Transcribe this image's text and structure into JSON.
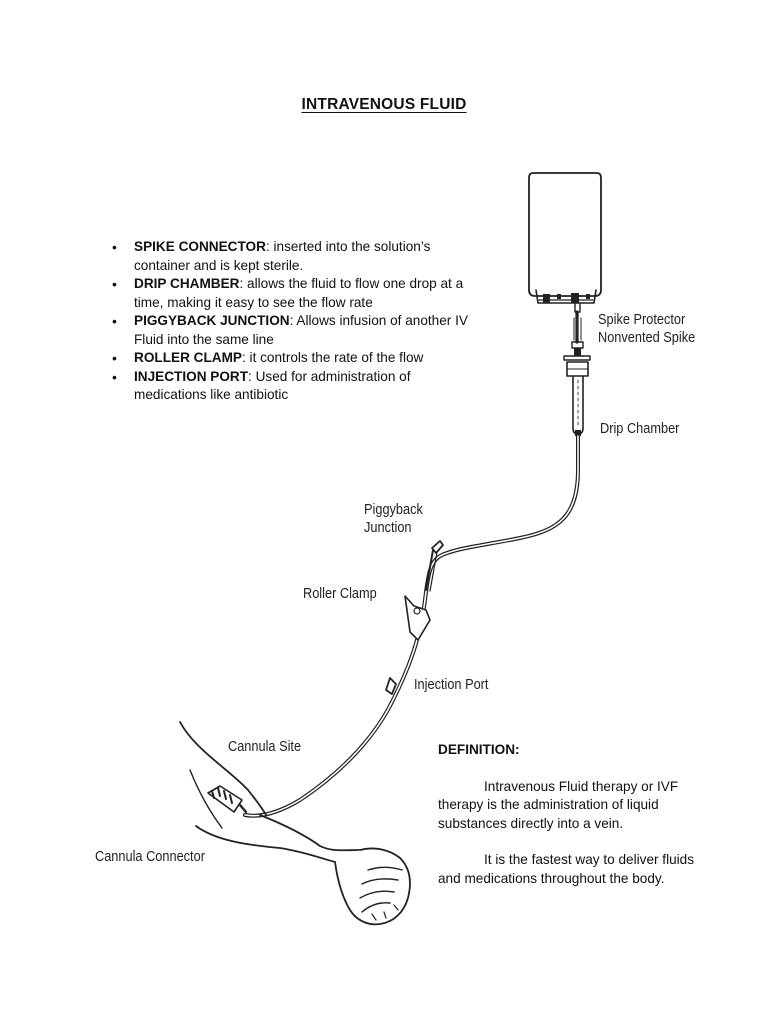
{
  "document": {
    "title": "INTRAVENOUS FLUID"
  },
  "components": [
    {
      "term": "SPIKE CONNECTOR",
      "description": ": inserted into the solution’s container and is kept sterile."
    },
    {
      "term": "DRIP CHAMBER",
      "description": ": allows the fluid to flow one drop at a time, making it easy to see the flow rate"
    },
    {
      "term": "PIGGYBACK JUNCTION",
      "description": ": Allows infusion of another IV Fluid into the same line"
    },
    {
      "term": "ROLLER CLAMP",
      "description": ": it controls the rate of the flow"
    },
    {
      "term": "INJECTION PORT",
      "description": ": Used for administration of medications like antibiotic"
    }
  ],
  "diagram": {
    "labels": {
      "spike_protector": "Spike Protector",
      "nonvented_spike": "Nonvented Spike",
      "drip_chamber": "Drip Chamber",
      "piggyback_line1": "Piggyback",
      "piggyback_line2": "Junction",
      "roller_clamp": "Roller Clamp",
      "injection_port": "Injection Port",
      "cannula_site": "Cannula Site",
      "cannula_connector": "Cannula Connector"
    }
  },
  "definition": {
    "heading": "DEFINITION:",
    "paragraphs": [
      "Intravenous Fluid therapy or IVF therapy is the administration of liquid substances directly into a vein.",
      "It is the fastest way to deliver fluids and medications throughout the body."
    ]
  }
}
